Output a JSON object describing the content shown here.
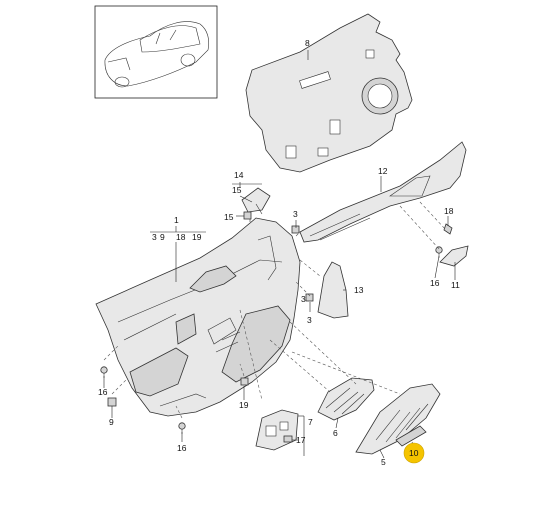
{
  "callouts": {
    "c1": "1",
    "c1_sub": [
      "3",
      "9",
      "18",
      "19"
    ],
    "c3a": "3",
    "c3b": "3",
    "c3c": "3",
    "c5": "5",
    "c6": "6",
    "c7": "7",
    "c8": "8",
    "c9": "9",
    "c10": "10",
    "c11": "11",
    "c12": "12",
    "c13": "13",
    "c14": "14",
    "c15a": "15",
    "c15b": "15",
    "c16a": "16",
    "c16b": "16",
    "c16c": "16",
    "c17": "17",
    "c18": "18",
    "c19": "19"
  },
  "colors": {
    "highlight": "#f5c400",
    "line": "#222222",
    "part_fill": "#e8e8e8"
  }
}
